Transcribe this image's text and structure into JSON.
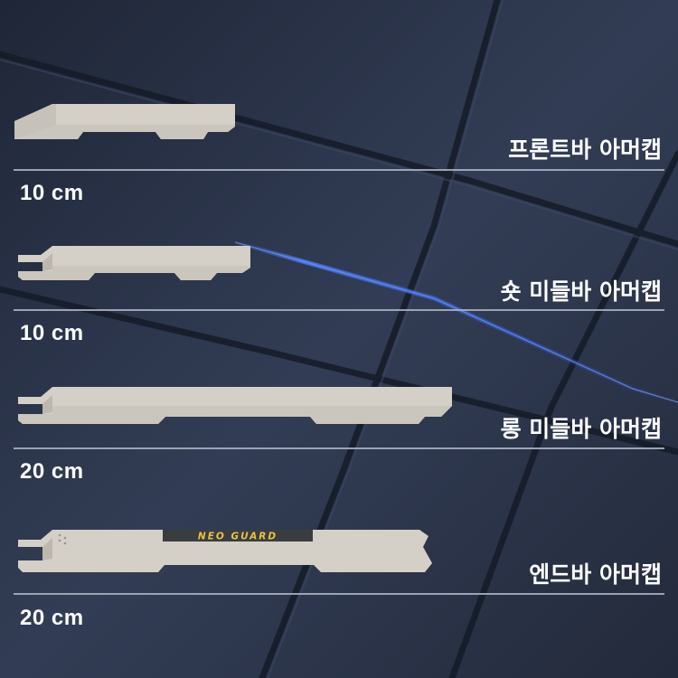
{
  "background": {
    "base_color": "#2a3448",
    "groove_color": "#161c28",
    "light_streak_color": "#3d6cf0"
  },
  "products": [
    {
      "name": "프론트바 아머캡",
      "size": "10 cm",
      "part_type": "front-bar-cap"
    },
    {
      "name": "숏 미들바 아머캡",
      "size": "10 cm",
      "part_type": "short-middle-bar-cap"
    },
    {
      "name": "롱 미들바 아머캡",
      "size": "20 cm",
      "part_type": "long-middle-bar-cap"
    },
    {
      "name": "엔드바 아머캡",
      "size": "20 cm",
      "part_type": "end-bar-cap",
      "logo": "NEO GUARD"
    }
  ],
  "colors": {
    "part_fill": "#d4d0c8",
    "part_shade": "#bdb8ae",
    "logo_bg": "#3a3d40",
    "logo_text": "#e7c440",
    "text": "#ffffff",
    "separator": "#a9b0c0"
  }
}
